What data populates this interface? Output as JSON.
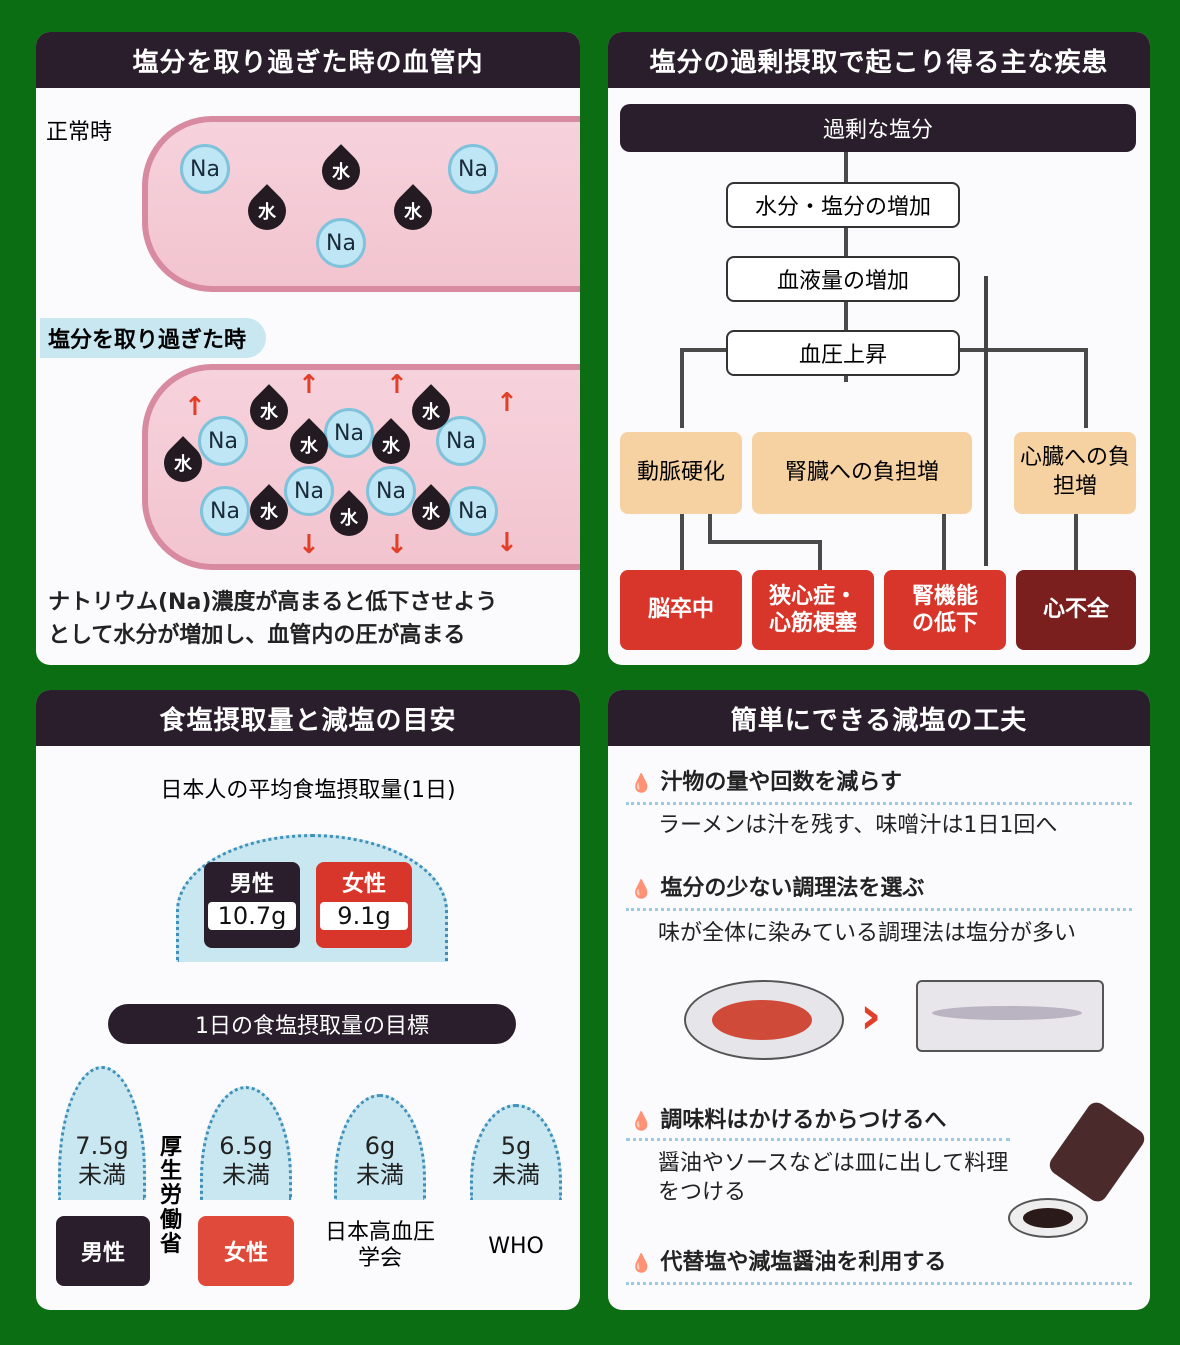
{
  "panel1": {
    "title": "塩分を取り過ぎた時の血管内",
    "normal_label": "正常時",
    "excess_label": "塩分を取り過ぎた時",
    "na": "Na",
    "water": "水",
    "caption_line1": "ナトリウム(Na)濃度が高まると低下させよう",
    "caption_line2": "として水分が増加し、血管内の圧が高まる"
  },
  "panel2": {
    "title": "塩分の過剰摂取で起こり得る主な疾患",
    "top": "過剰な塩分",
    "step1": "水分・塩分の増加",
    "step2": "血液量の増加",
    "step3": "血圧上昇",
    "mid": [
      "動脈硬化",
      "腎臓への負担増",
      "心臓への負担増"
    ],
    "outcomes": [
      "脳卒中",
      "狭心症・心筋梗塞",
      "腎機能の低下",
      "心不全"
    ]
  },
  "panel3": {
    "title": "食塩摂取量と減塩の目安",
    "subtitle": "日本人の平均食塩摂取量(1日)",
    "male_label": "男性",
    "male_value": "10.7g",
    "female_label": "女性",
    "female_value": "9.1g",
    "goal_title": "1日の食塩摂取量の目標",
    "ministry": "厚生労働省",
    "goals": [
      {
        "value": "7.5g",
        "unit": "未満"
      },
      {
        "value": "6.5g",
        "unit": "未満"
      },
      {
        "value": "6g",
        "unit": "未満"
      },
      {
        "value": "5g",
        "unit": "未満"
      }
    ],
    "org_male": "男性",
    "org_female": "女性",
    "org_jsh": "日本高血圧学会",
    "org_who": "WHO"
  },
  "panel4": {
    "title": "簡単にできる減塩の工夫",
    "tips": [
      {
        "head": "汁物の量や回数を減らす",
        "body": "ラーメンは汁を残す、味噌汁は1日1回へ"
      },
      {
        "head": "塩分の少ない調理法を選ぶ",
        "body": "味が全体に染みている調理法は塩分が多い"
      },
      {
        "head": "調味料はかけるからつけるへ",
        "body": "醤油やソースなどは皿に出して料理をつける"
      },
      {
        "head": "代替塩や減塩醤油を利用する"
      }
    ]
  },
  "colors": {
    "background": "#0b6e12",
    "header": "#2a1e2c",
    "red": "#d8352b",
    "tan": "#f6d2a2",
    "blue": "#c8e7f1"
  }
}
